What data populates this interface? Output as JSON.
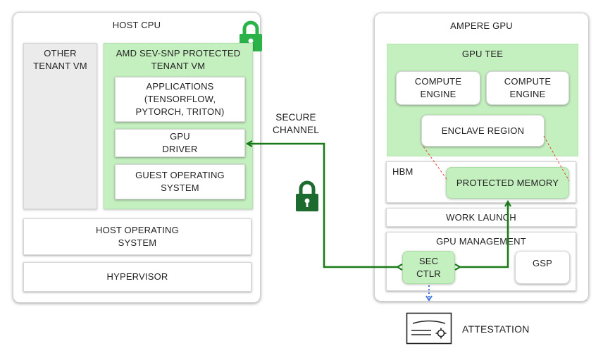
{
  "host": {
    "title": "HOST CPU",
    "other_vm": "OTHER\nTENANT VM",
    "sev_vm": "AMD SEV-SNP PROTECTED\nTENANT VM",
    "applications": "APPLICATIONS\n(TENSORFLOW,\nPYTORCH, TRITON)",
    "gpu_driver": "GPU\nDRIVER",
    "guest_os": "GUEST OPERATING\nSYSTEM",
    "host_os": "HOST OPERATING\nSYSTEM",
    "hypervisor": "HYPERVISOR"
  },
  "channel": {
    "label": "SECURE\nCHANNEL"
  },
  "gpu": {
    "title": "AMPERE GPU",
    "tee": "GPU TEE",
    "compute_engine_1": "COMPUTE\nENGINE",
    "compute_engine_2": "COMPUTE\nENGINE",
    "enclave_region": "ENCLAVE REGION",
    "hbm": "HBM",
    "protected_memory": "PROTECTED MEMORY",
    "work_launch": "WORK LAUNCH",
    "gpu_management": "GPU MANAGEMENT",
    "sec_ctlr": "SEC\nCTLR",
    "gsp": "GSP"
  },
  "attestation": {
    "label": "ATTESTATION"
  },
  "colors": {
    "green_fill": "#c4efbf",
    "lock_light": "#2bb34a",
    "lock_dark": "#1e6b2f",
    "arrow": "#1a7a1a",
    "attest_arrow": "#3a6fe0",
    "dashed_red": "#e0402a"
  },
  "icons": [
    "lock-icon",
    "lock-icon",
    "attestation-certificate-icon"
  ]
}
